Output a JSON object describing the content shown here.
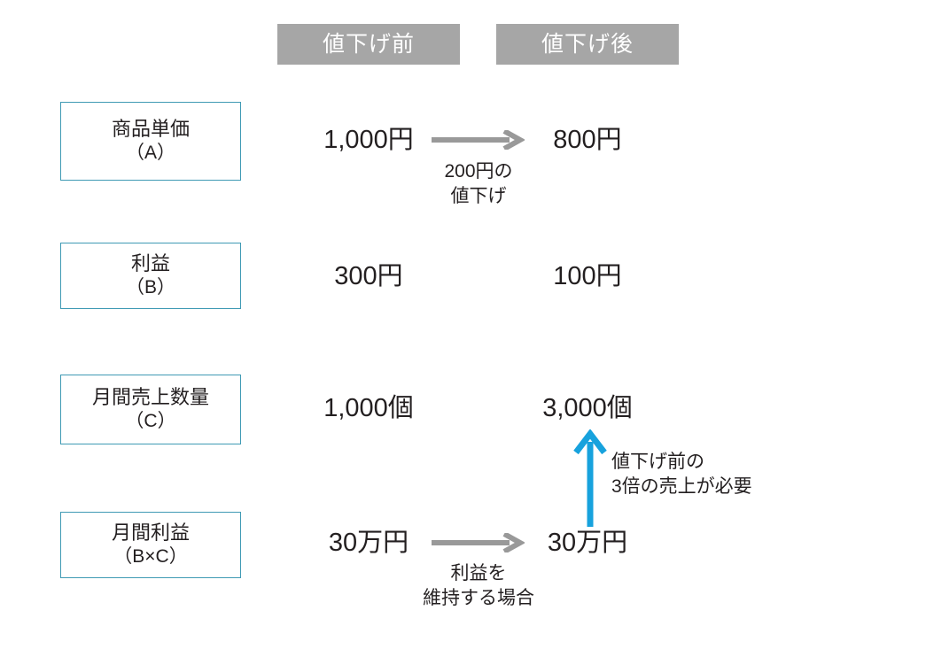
{
  "columns": {
    "before": {
      "label": "値下げ前"
    },
    "after": {
      "label": "値下げ後"
    }
  },
  "rows": [
    {
      "key": "unit_price",
      "label_main": "商品単価",
      "label_sub": "（A）",
      "before": "1,000円",
      "after": "800円",
      "arrow": "gray-right-arrow",
      "caption_line1": "200円の",
      "caption_line2": "値下げ"
    },
    {
      "key": "profit",
      "label_main": "利益",
      "label_sub": "（B）",
      "before": "300円",
      "after": "100円",
      "arrow": "",
      "caption_line1": "",
      "caption_line2": ""
    },
    {
      "key": "monthly_volume",
      "label_main": "月間売上数量",
      "label_sub": "（C）",
      "before": "1,000個",
      "after": "3,000個",
      "arrow": "blue-up-arrow",
      "caption_line1": "値下げ前の",
      "caption_line2": "3倍の売上が必要"
    },
    {
      "key": "monthly_profit",
      "label_main": "月間利益",
      "label_sub": "（B×C）",
      "before": "30万円",
      "after": "30万円",
      "arrow": "gray-right-arrow",
      "caption_line1": "利益を",
      "caption_line2": "維持する場合"
    }
  ],
  "colors": {
    "header_bar": "#a6a6a6",
    "box_border": "#3f9ab4",
    "gray_arrow": "#999999",
    "blue_arrow": "#17a2dd",
    "text": "#231f20"
  }
}
